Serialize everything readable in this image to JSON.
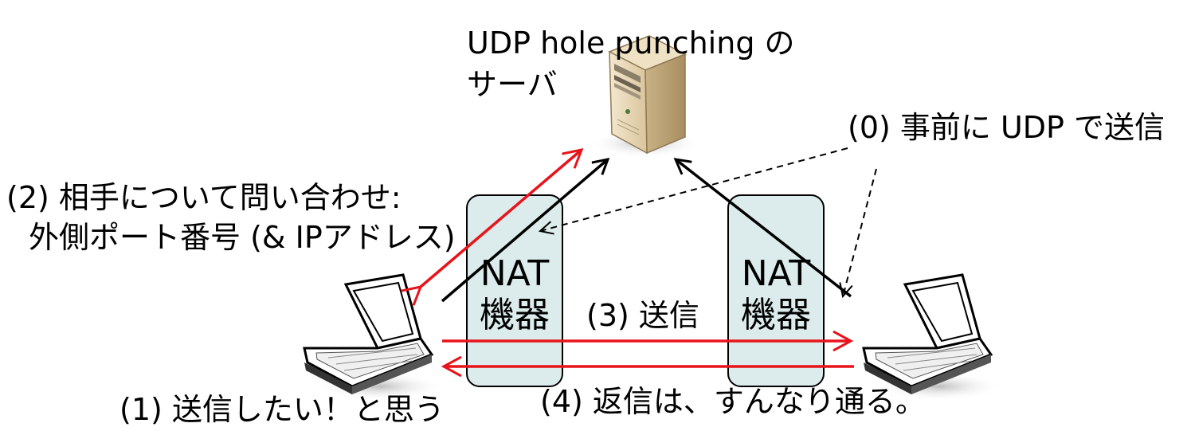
{
  "server": {
    "title_line1": "UDP hole punching の",
    "title_line2": "サーバ"
  },
  "nat_left": {
    "line1": "NAT",
    "line2": "機器"
  },
  "nat_right": {
    "line1": "NAT",
    "line2": "機器"
  },
  "steps": {
    "step0": "(0) 事前に UDP で送信",
    "step1": "(1) 送信したい！と思う",
    "step2_line1": "(2) 相手について問い合わせ:",
    "step2_line2": "外側ポート番号 (& IPアドレス)",
    "step3": "(3) 送信",
    "step4": "(4) 返信は、すんなり通る。"
  },
  "colors": {
    "red_arrow": "#e8141b",
    "black_arrow": "#000000",
    "nat_fill": "#dcebeb",
    "nat_stroke": "#000000"
  },
  "icons": {
    "server": "server-tower-icon",
    "left_laptop": "laptop-icon",
    "right_laptop": "laptop-icon"
  }
}
